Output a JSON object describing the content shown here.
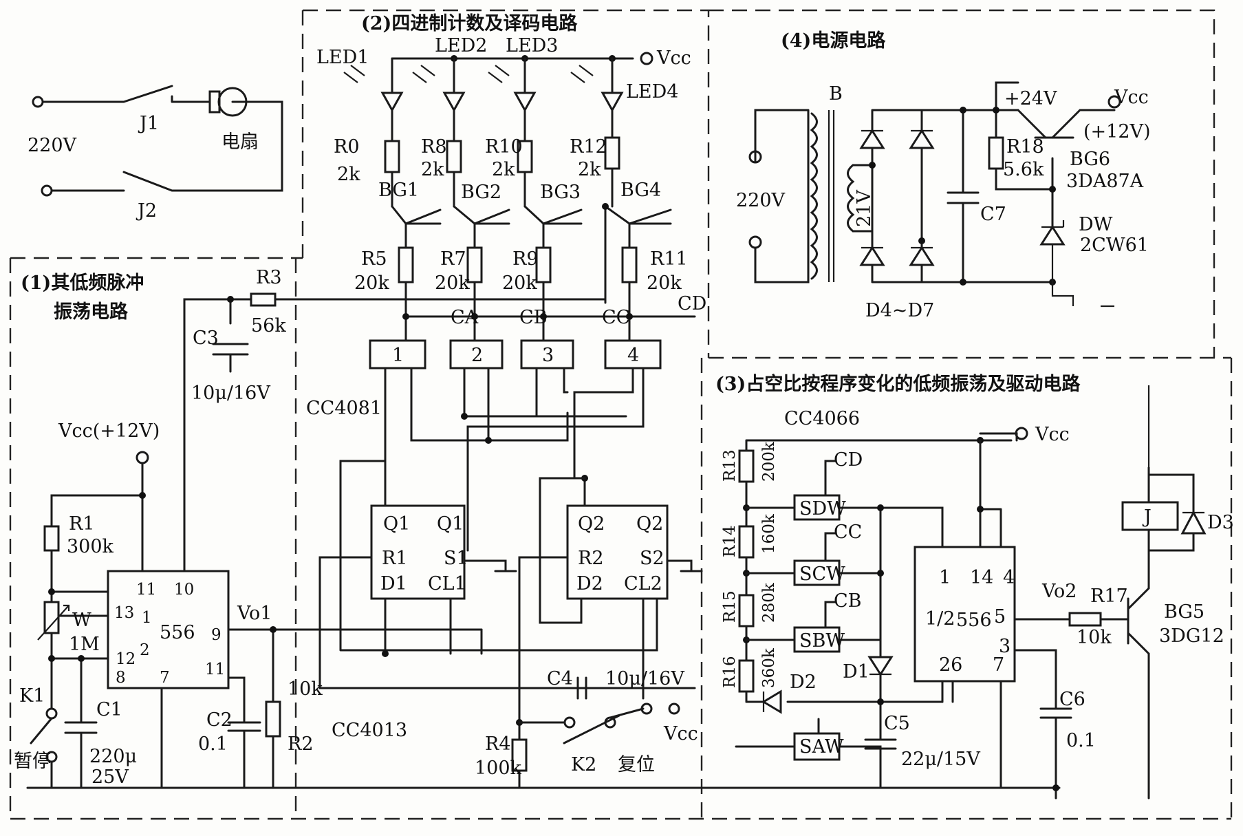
{
  "sections": {
    "s1": "(1)其低频脉冲",
    "s1b": "振荡电路",
    "s2": "(2)四进制计数及译码电路",
    "s3": "(3)占空比按程序变化的低频振荡及驱动电路",
    "s4": "(4)电源电路"
  },
  "top_left": {
    "ac": "220V",
    "j1": "J1",
    "j2": "J2",
    "fan": "电扇"
  },
  "osc": {
    "vcc": "Vcc(+12V)",
    "r1": "R1",
    "r1v": "300k",
    "w": "W",
    "wv": "1M",
    "ic": "556",
    "vo1": "Vo1",
    "k1": "K1",
    "pause": "暂停",
    "c1": "C1",
    "c1v": "220μ",
    "c1v2": "25V",
    "c2": "C2",
    "c2v": "0.1",
    "r2": "R2",
    "r2v": "10k",
    "r3": "R3",
    "r3v": "56k",
    "c3": "C3",
    "c3v": "10μ/16V",
    "pins": {
      "p11": "11",
      "p10": "10",
      "p13": "13",
      "p1": "1",
      "p9": "9",
      "p2": "2",
      "p12": "12",
      "p8": "8",
      "p7": "7",
      "p11b": "11"
    }
  },
  "counter": {
    "led1": "LED1",
    "led2": "LED2",
    "led3": "LED3",
    "led4": "LED4",
    "vcc": "Vcc",
    "r0": "R0",
    "r8": "R8",
    "r10": "R10",
    "r12": "R12",
    "rled": "2k",
    "bg1": "BG1",
    "bg2": "BG2",
    "bg3": "BG3",
    "bg4": "BG4",
    "r5": "R5",
    "r7": "R7",
    "r9": "R9",
    "r11": "R11",
    "rb": "20k",
    "ca": "CA",
    "cb": "CB",
    "cc": "CC",
    "cd": "CD",
    "g1": "1",
    "g2": "2",
    "g3": "3",
    "g4": "4",
    "cc4081": "CC4081",
    "cc4013": "CC4013",
    "q1": "Q1",
    "q1b": "Q1",
    "r1p": "R1",
    "s1p": "S1",
    "d1p": "D1",
    "cl1": "CL1",
    "q2": "Q2",
    "q2b": "Q2",
    "r2p": "R2",
    "s2p": "S2",
    "d2p": "D2",
    "cl2": "CL2",
    "c4": "C4",
    "c4v": "10μ/16V",
    "r4": "R4",
    "r4v": "100k",
    "k2": "K2",
    "reset": "复位"
  },
  "power": {
    "b": "B",
    "ac": "220V",
    "v21": "21V",
    "diodes": "D4~D7",
    "c7": "C7",
    "p24": "+24V",
    "vcc": "Vcc",
    "p12": "(+12V)",
    "r18": "R18",
    "r18v": "5.6k",
    "bg6": "BG6",
    "bg6t": "3DA87A",
    "dw": "DW",
    "dwt": "2CW61"
  },
  "driver": {
    "cc4066": "CC4066",
    "vcc": "Vcc",
    "r13": "R13",
    "r13v": "200k",
    "r14": "R14",
    "r14v": "160k",
    "r15": "R15",
    "r15v": "280k",
    "r16": "R16",
    "r16v": "360k",
    "sd": "SDW",
    "sc": "SCW",
    "sb": "SBW",
    "sa": "SAW",
    "cd": "CD",
    "cc": "CC",
    "cb": "CB",
    "d1": "D1",
    "d2": "D2",
    "c5": "C5",
    "c5v": "22μ/15V",
    "p1": "1",
    "p14": "14",
    "p4": "4",
    "half": "1/2",
    "ic": "556",
    "p5": "5",
    "p3": "3",
    "p26": "26",
    "p7": "7",
    "vo2": "Vo2",
    "r17": "R17",
    "r17v": "10k",
    "c6": "C6",
    "c6v": "0.1",
    "j": "J",
    "d3": "D3",
    "bg5": "BG5",
    "bg5t": "3DG12"
  }
}
